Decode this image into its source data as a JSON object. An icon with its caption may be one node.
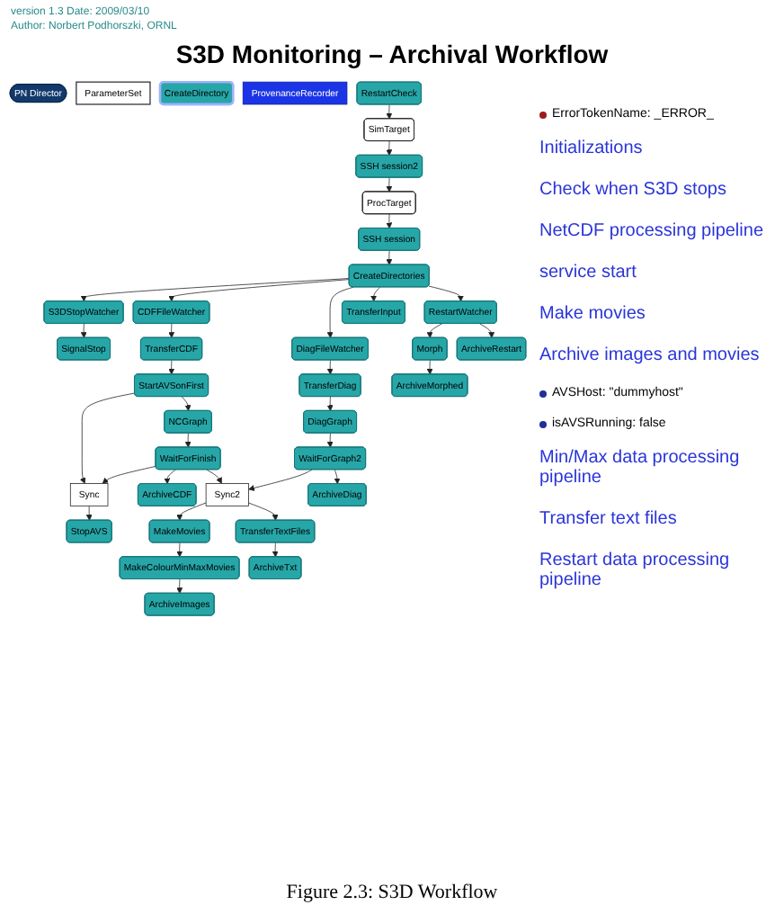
{
  "diagram": {
    "title": "S3D Monitoring – Archival Workflow",
    "caption": "Figure 2.3: S3D Workflow",
    "nodes": [
      {
        "text": [
          "PN Director"
        ]
      },
      {
        "text": [
          "ParameterSet"
        ]
      },
      {
        "text": [
          "CreateDirectory"
        ]
      },
      {
        "text": [
          "ProvenanceRecorder"
        ]
      },
      {
        "text": [
          "RestartCheck"
        ]
      },
      {
        "text": [
          "SimTarget"
        ]
      },
      {
        "text": [
          "SSH session2"
        ]
      },
      {
        "text": [
          "ProcTarget"
        ]
      },
      {
        "text": [
          "SSH session"
        ]
      },
      {
        "text": [
          "CreateDirectories"
        ]
      },
      {
        "text": [
          "S3DStopWatcher"
        ]
      },
      {
        "text": [
          "SignalStop"
        ]
      },
      {
        "text": [
          "Sync"
        ]
      },
      {
        "text": [
          "StopAVS"
        ]
      },
      {
        "text": [
          "CDFFileWatcher"
        ]
      },
      {
        "text": [
          "TransferCDF"
        ]
      },
      {
        "text": [
          "StartAVSonFirst"
        ]
      },
      {
        "text": [
          "NCGraph"
        ]
      },
      {
        "text": [
          "WaitForFinish"
        ]
      },
      {
        "text": [
          "ArchiveCDF"
        ]
      },
      {
        "text": [
          "Sync2"
        ]
      },
      {
        "text": [
          "MakeMovies"
        ]
      },
      {
        "text": [
          "MakeColourMinMaxMovies"
        ]
      },
      {
        "text": [
          "ArchiveImages"
        ]
      },
      {
        "text": [
          "TransferTextFiles"
        ]
      },
      {
        "text": [
          "ArchiveTxt"
        ]
      },
      {
        "text": [
          "DiagFileWatcher"
        ]
      },
      {
        "text": [
          "TransferDiag"
        ]
      },
      {
        "text": [
          "DiagGraph"
        ]
      },
      {
        "text": [
          "WaitForGraph2"
        ]
      },
      {
        "text": [
          "ArchiveDiag"
        ]
      },
      {
        "text": [
          "Morph"
        ]
      },
      {
        "text": [
          "ArchiveMorphed"
        ]
      },
      {
        "text": [
          "RestartWatcher"
        ]
      },
      {
        "text": [
          "ArchiveRestart"
        ]
      },
      {
        "text": [
          "TransferInput"
        ]
      }
    ],
    "edges": [
      {
        "from": 4,
        "to": 5,
        "arrow": "to"
      },
      {
        "from": 5,
        "to": 6,
        "arrow": "to"
      },
      {
        "from": 6,
        "to": 7,
        "arrow": "to"
      },
      {
        "from": 7,
        "to": 8,
        "arrow": "to"
      },
      {
        "from": 8,
        "to": 9,
        "arrow": "to"
      },
      {
        "from": 9,
        "to": 10,
        "arrow": "to"
      },
      {
        "from": 9,
        "to": 14,
        "arrow": "to"
      },
      {
        "from": 9,
        "to": 26,
        "arrow": "to"
      },
      {
        "from": 9,
        "to": 33,
        "arrow": "to"
      },
      {
        "from": 9,
        "to": 35,
        "arrow": "to"
      },
      {
        "from": 10,
        "to": 11,
        "arrow": "to"
      },
      {
        "from": 14,
        "to": 15,
        "arrow": "to"
      },
      {
        "from": 15,
        "to": 16,
        "arrow": "to"
      },
      {
        "from": 16,
        "to": 17,
        "arrow": "to"
      },
      {
        "from": 17,
        "to": 18,
        "arrow": "to"
      },
      {
        "from": 18,
        "to": 19,
        "arrow": "to"
      },
      {
        "from": 16,
        "to": 12,
        "arrow": "to"
      },
      {
        "from": 18,
        "to": 12,
        "arrow": "to"
      },
      {
        "from": 12,
        "to": 13,
        "arrow": "to"
      },
      {
        "from": 18,
        "to": 20,
        "arrow": "to"
      },
      {
        "from": 29,
        "to": 20,
        "arrow": "to"
      },
      {
        "from": 20,
        "to": 21,
        "arrow": "to"
      },
      {
        "from": 20,
        "to": 24,
        "arrow": "to"
      },
      {
        "from": 21,
        "to": 22,
        "arrow": "to"
      },
      {
        "from": 22,
        "to": 23,
        "arrow": "to"
      },
      {
        "from": 24,
        "to": 25,
        "arrow": "to"
      },
      {
        "from": 26,
        "to": 27,
        "arrow": "to"
      },
      {
        "from": 27,
        "to": 28,
        "arrow": "to"
      },
      {
        "from": 28,
        "to": 29,
        "arrow": "to"
      },
      {
        "from": 29,
        "to": 30,
        "arrow": "to"
      },
      {
        "from": 33,
        "to": 31,
        "arrow": "to"
      },
      {
        "from": 33,
        "to": 34,
        "arrow": "to"
      },
      {
        "from": 31,
        "to": 32,
        "arrow": "to"
      }
    ],
    "labels": [
      "version 1.3 Date: 2009/03/10",
      "Author: Norbert Podhorszki, ORNL",
      "ErrorTokenName: _ERROR_",
      "Initializations",
      "Check when S3D stops",
      "NetCDF processing pipeline",
      "service start",
      "Make movies",
      "Archive images and movies",
      "AVSHost: \"dummyhost\"",
      "isAVSRunning: false",
      "Min/Max data processing pipeline",
      "Transfer text files",
      "Restart data processing pipeline"
    ]
  }
}
